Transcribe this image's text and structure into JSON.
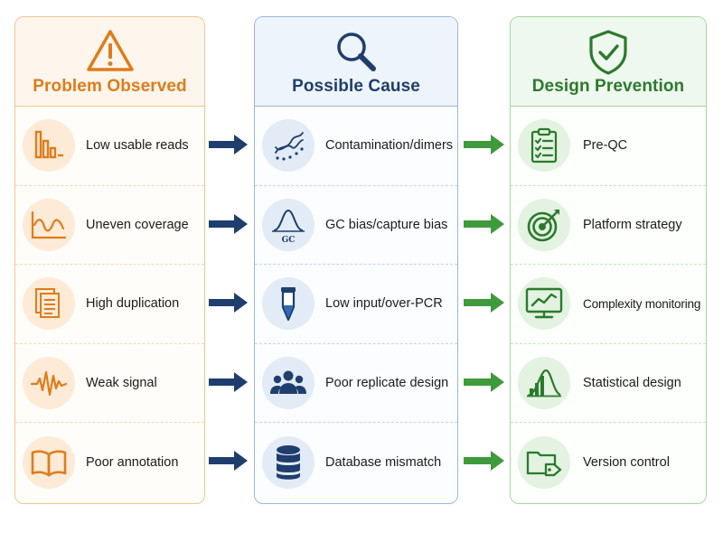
{
  "colors": {
    "orange": "#e07b1a",
    "navy": "#1f3e6e",
    "green": "#2a7a2c",
    "arrow_blue": "#1f3e6e",
    "arrow_green": "#3f9a3c"
  },
  "columns": {
    "problem": {
      "title": "Problem Observed",
      "icon": "warning-icon",
      "items": [
        {
          "label": "Low usable reads",
          "icon": "bar-chart-declining-icon"
        },
        {
          "label": "Uneven coverage",
          "icon": "wave-line-icon"
        },
        {
          "label": "High duplication",
          "icon": "duplicate-pages-icon"
        },
        {
          "label": "Weak signal",
          "icon": "signal-wave-icon"
        },
        {
          "label": "Poor annotation",
          "icon": "open-book-icon"
        }
      ]
    },
    "cause": {
      "title": "Possible Cause",
      "icon": "magnifier-icon",
      "items": [
        {
          "label": "Contamination/dimers",
          "icon": "dna-fragments-icon"
        },
        {
          "label": "GC bias/capture bias",
          "icon": "bell-curve-gc-icon",
          "icon_text": "GC"
        },
        {
          "label": "Low input/over-PCR",
          "icon": "pcr-tube-icon"
        },
        {
          "label": "Poor replicate design",
          "icon": "people-group-icon"
        },
        {
          "label": "Database mismatch",
          "icon": "database-icon"
        }
      ]
    },
    "prevention": {
      "title": "Design Prevention",
      "icon": "shield-check-icon",
      "items": [
        {
          "label": "Pre-QC",
          "icon": "clipboard-checklist-icon"
        },
        {
          "label": "Platform strategy",
          "icon": "target-icon"
        },
        {
          "label": "Complexity monitoring",
          "icon": "monitor-chart-icon"
        },
        {
          "label": "Statistical design",
          "icon": "distribution-bars-icon"
        },
        {
          "label": "Version control",
          "icon": "folder-tag-icon"
        }
      ]
    }
  }
}
